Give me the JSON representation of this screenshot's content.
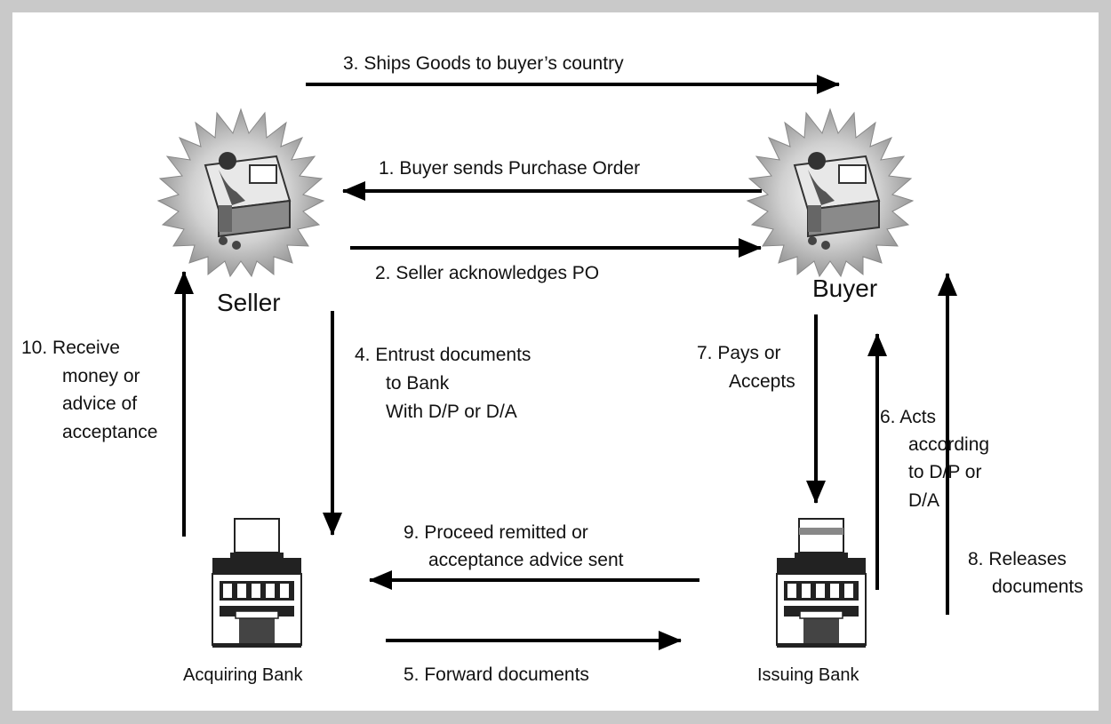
{
  "nodes": {
    "seller": "Seller",
    "buyer": "Buyer",
    "acquiring_bank": "Acquiring Bank",
    "issuing_bank": "Issuing Bank"
  },
  "steps": {
    "s1": "1.  Buyer sends Purchase Order",
    "s2": "2.  Seller acknowledges PO",
    "s3": "3.  Ships Goods to buyer’s country",
    "s4": [
      "4.  Entrust documents",
      "to Bank",
      "With D/P or D/A"
    ],
    "s5": "5.  Forward documents",
    "s6": [
      "6.  Acts",
      "according",
      "to D/P or",
      "D/A"
    ],
    "s7": [
      "7.  Pays or",
      "Accepts"
    ],
    "s8": [
      "8. Releases",
      "documents"
    ],
    "s9": [
      "9.  Proceed remitted or",
      "acceptance advice sent"
    ],
    "s10": [
      "10.  Receive",
      "money or",
      "advice of",
      "acceptance"
    ]
  }
}
